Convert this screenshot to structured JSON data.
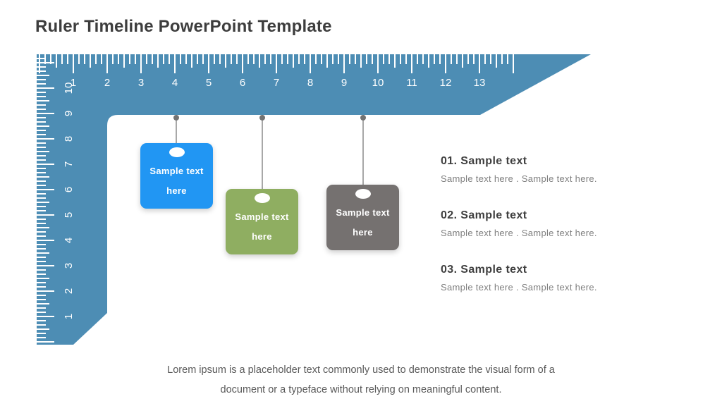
{
  "title": "Ruler Timeline PowerPoint Template",
  "colors": {
    "ruler_blue": "#4d8db4",
    "tick_white": "#ffffff",
    "tag_blue": "#2196f3",
    "tag_green": "#8fae61",
    "tag_gray": "#757170",
    "string_gray": "#8a8a8a",
    "dot_gray": "#737373",
    "heading_text": "#3f3f3f",
    "body_text": "#7f7f7f",
    "footer_text": "#595959"
  },
  "ruler": {
    "horizontal_numbers": [
      "1",
      "2",
      "3",
      "4",
      "5",
      "6",
      "7",
      "8",
      "9",
      "10",
      "11",
      "12",
      "13"
    ],
    "vertical_numbers": [
      "10",
      "9",
      "8",
      "7",
      "6",
      "5",
      "4",
      "3",
      "2",
      "1"
    ]
  },
  "tags": [
    {
      "line1": "Sample text",
      "line2": "here",
      "color": "blue"
    },
    {
      "line1": "Sample text",
      "line2": "here",
      "color": "green"
    },
    {
      "line1": "Sample text",
      "line2": "here",
      "color": "gray"
    }
  ],
  "items": [
    {
      "heading": "01. Sample text",
      "description": "Sample text here . Sample text here."
    },
    {
      "heading": "02. Sample text",
      "description": "Sample text here . Sample text here."
    },
    {
      "heading": "03. Sample text",
      "description": "Sample text here . Sample text here."
    }
  ],
  "footer": {
    "line1": "Lorem ipsum is a placeholder text commonly used to demonstrate the visual form of a",
    "line2": "document or a typeface without relying on meaningful content."
  }
}
